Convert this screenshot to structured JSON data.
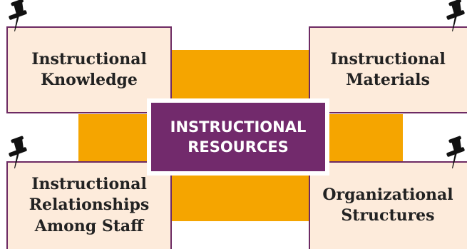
{
  "center": {
    "title": "INSTRUCTIONAL\nRESOURCES"
  },
  "cards": [
    {
      "label": "Instructional\nKnowledge"
    },
    {
      "label": "Instructional\nMaterials"
    },
    {
      "label": "Instructional\nRelationships\nAmong Staff"
    },
    {
      "label": "Organizational\nStructures"
    }
  ],
  "colors": {
    "band": "#f5a500",
    "card_fill": "#fdebdb",
    "card_border": "#6d2a63",
    "center_fill": "#722a6c",
    "pin": "#111111"
  }
}
